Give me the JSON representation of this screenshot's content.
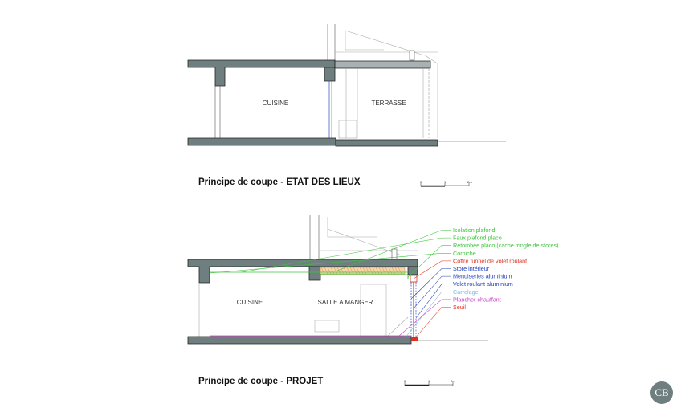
{
  "section_existing": {
    "caption": "Principe de coupe - ETAT DES LIEUX",
    "room_left": "CUISINE",
    "room_right": "TERRASSE",
    "scale": [
      "0",
      "1",
      "2m"
    ]
  },
  "section_project": {
    "caption": "Principe de coupe - PROJET",
    "room_left": "CUISINE",
    "room_right": "SALLE A MANGER",
    "scale": [
      "0",
      "1",
      "2m"
    ]
  },
  "legend": [
    {
      "label": "Isolation plafond",
      "color": "#3cc43c"
    },
    {
      "label": "Faux plafond placo",
      "color": "#3cc43c"
    },
    {
      "label": "Retombée placo (cache tringle de stores)",
      "color": "#3cc43c"
    },
    {
      "label": "Corniche",
      "color": "#3cc43c"
    },
    {
      "label": "Coffre tunnel de volet roulant",
      "color": "#e0301e"
    },
    {
      "label": "Store intérieur",
      "color": "#1f3fbf"
    },
    {
      "label": "Menuiseries aluminium",
      "color": "#1f3fbf"
    },
    {
      "label": "Volet roulant aluminium",
      "color": "#1f3fbf"
    },
    {
      "label": "Carrelage",
      "color": "#7fb8e0"
    },
    {
      "label": "Plancher chauffant",
      "color": "#c83cc8"
    },
    {
      "label": "Seuil",
      "color": "#e0301e"
    }
  ],
  "logo": {
    "text": "CB",
    "color": "#6f7f7f"
  }
}
